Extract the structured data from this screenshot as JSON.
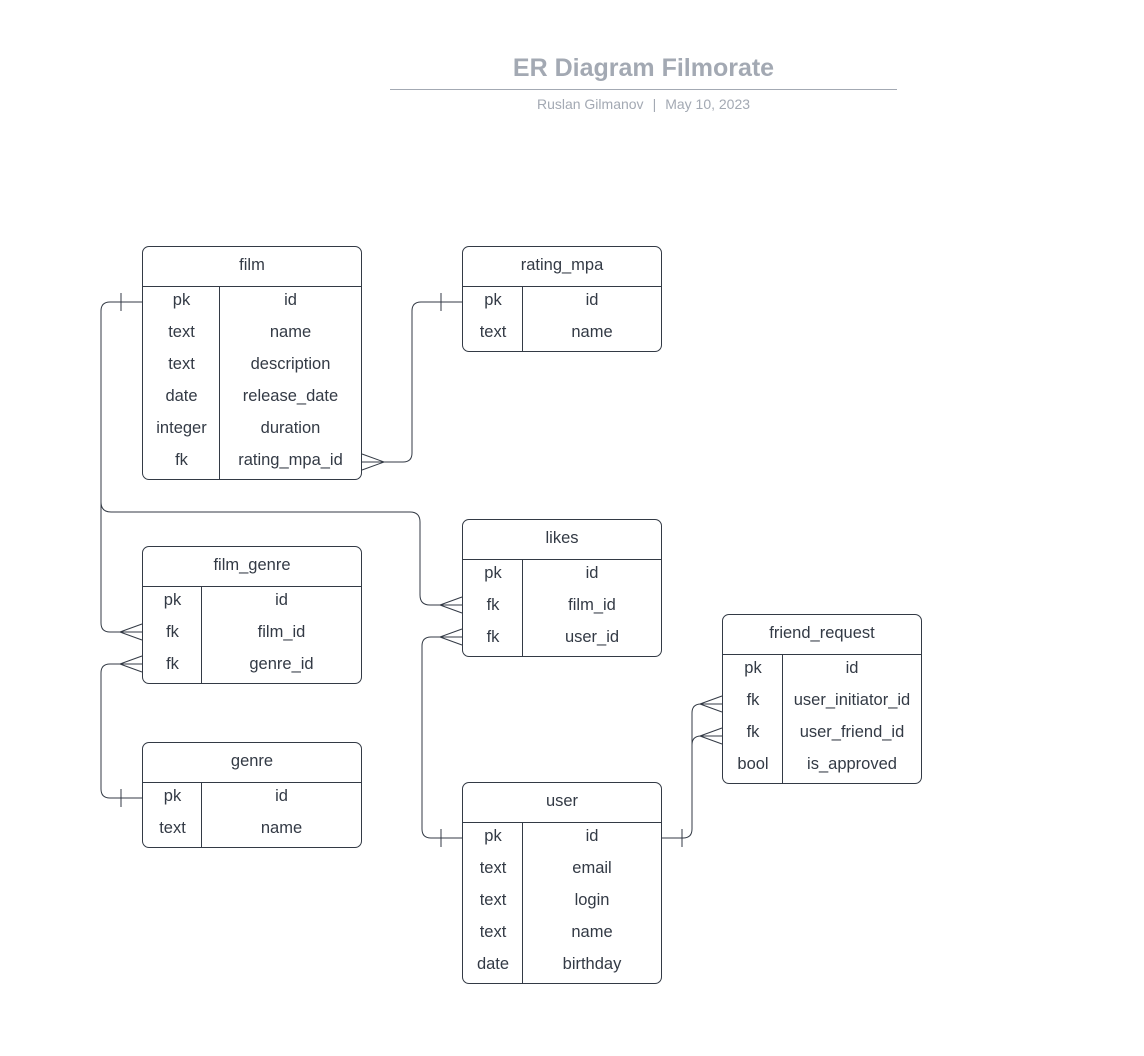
{
  "header": {
    "title": "ER Diagram Filmorate",
    "author": "Ruslan Gilmanov",
    "separator": "|",
    "date": "May 10, 2023"
  },
  "colors": {
    "line": "#333a45",
    "title": "#a3a9b3"
  },
  "entities": {
    "film": {
      "name": "film",
      "rows": [
        {
          "type": "pk",
          "field": "id"
        },
        {
          "type": "text",
          "field": "name"
        },
        {
          "type": "text",
          "field": "description"
        },
        {
          "type": "date",
          "field": "release_date"
        },
        {
          "type": "integer",
          "field": "duration"
        },
        {
          "type": "fk",
          "field": "rating_mpa_id"
        }
      ]
    },
    "rating_mpa": {
      "name": "rating_mpa",
      "rows": [
        {
          "type": "pk",
          "field": "id"
        },
        {
          "type": "text",
          "field": "name"
        }
      ]
    },
    "film_genre": {
      "name": "film_genre",
      "rows": [
        {
          "type": "pk",
          "field": "id"
        },
        {
          "type": "fk",
          "field": "film_id"
        },
        {
          "type": "fk",
          "field": "genre_id"
        }
      ]
    },
    "genre": {
      "name": "genre",
      "rows": [
        {
          "type": "pk",
          "field": "id"
        },
        {
          "type": "text",
          "field": "name"
        }
      ]
    },
    "likes": {
      "name": "likes",
      "rows": [
        {
          "type": "pk",
          "field": "id"
        },
        {
          "type": "fk",
          "field": "film_id"
        },
        {
          "type": "fk",
          "field": "user_id"
        }
      ]
    },
    "friend_request": {
      "name": "friend_request",
      "rows": [
        {
          "type": "pk",
          "field": "id"
        },
        {
          "type": "fk",
          "field": "user_initiator_id"
        },
        {
          "type": "fk",
          "field": "user_friend_id"
        },
        {
          "type": "bool",
          "field": "is_approved"
        }
      ]
    },
    "user": {
      "name": "user",
      "rows": [
        {
          "type": "pk",
          "field": "id"
        },
        {
          "type": "text",
          "field": "email"
        },
        {
          "type": "text",
          "field": "login"
        },
        {
          "type": "text",
          "field": "name"
        },
        {
          "type": "date",
          "field": "birthday"
        }
      ]
    }
  },
  "relationships": [
    {
      "from": "film.id",
      "to": "film_genre.film_id",
      "cardinality": "one-to-many"
    },
    {
      "from": "film.id",
      "to": "likes.film_id",
      "cardinality": "one-to-many"
    },
    {
      "from": "rating_mpa.id",
      "to": "film.rating_mpa_id",
      "cardinality": "one-to-many"
    },
    {
      "from": "genre.id",
      "to": "film_genre.genre_id",
      "cardinality": "one-to-many"
    },
    {
      "from": "user.id",
      "to": "likes.user_id",
      "cardinality": "one-to-many"
    },
    {
      "from": "user.id",
      "to": "friend_request.user_initiator_id",
      "cardinality": "one-to-many"
    },
    {
      "from": "user.id",
      "to": "friend_request.user_friend_id",
      "cardinality": "one-to-many"
    }
  ]
}
